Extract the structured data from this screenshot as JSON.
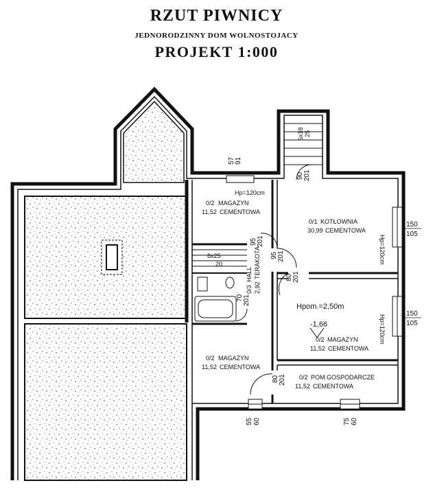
{
  "header": {
    "title": "RZUT PIWNICY",
    "subtitle": "JEDNORODZINNY DOM WOLNOSTOJACY",
    "project": "PROJEKT 1:000"
  },
  "rooms": [
    {
      "code": "0/2",
      "name": "MAGAZYN",
      "area": "11,52",
      "floor": "CEMENTOWA"
    },
    {
      "code": "0/1",
      "name": "KOTŁOWNIA",
      "area": "30,99",
      "floor": "CEMENTOWA"
    },
    {
      "code": "0/3",
      "name": "HALL",
      "area": "2,92",
      "floor": "TERAKOTA"
    },
    {
      "code": "0/2",
      "name": "MAGAZYN",
      "area": "11,52",
      "floor": "CEMENTOWA"
    },
    {
      "code": "0/2",
      "name": "MAGAZYN",
      "area": "11,52",
      "floor": "CEMENTOWA"
    },
    {
      "code": "0/2",
      "name": "POM.GOSPODARCZE",
      "area": "11,52",
      "floor": "CEMENTOWA"
    }
  ],
  "annotations": {
    "room_height": "Hpom.=2,50m",
    "level": "-1,66",
    "stairs_main": "6x18",
    "stairs_main_b": "25",
    "stairs_inner": "8x25",
    "stairs_inner_b": "20",
    "hp_120": "Hp=120cm",
    "hp_120_b": "Hp=120cm",
    "hp_120_c": "Hp=120cm"
  },
  "dimensions": {
    "d57": "57",
    "d91": "91",
    "d90": "90",
    "d201a": "201",
    "d95a": "95",
    "d201b": "201",
    "d95b": "95",
    "d201c": "201",
    "d80a": "80",
    "d201d": "201",
    "d70": "70",
    "d201e": "201",
    "d80b": "80",
    "d201f": "201",
    "d150a": "150",
    "d105a": "105",
    "d150b": "150",
    "d105b": "105",
    "d55": "55",
    "d60a": "60",
    "d75": "75",
    "d60b": "60"
  }
}
